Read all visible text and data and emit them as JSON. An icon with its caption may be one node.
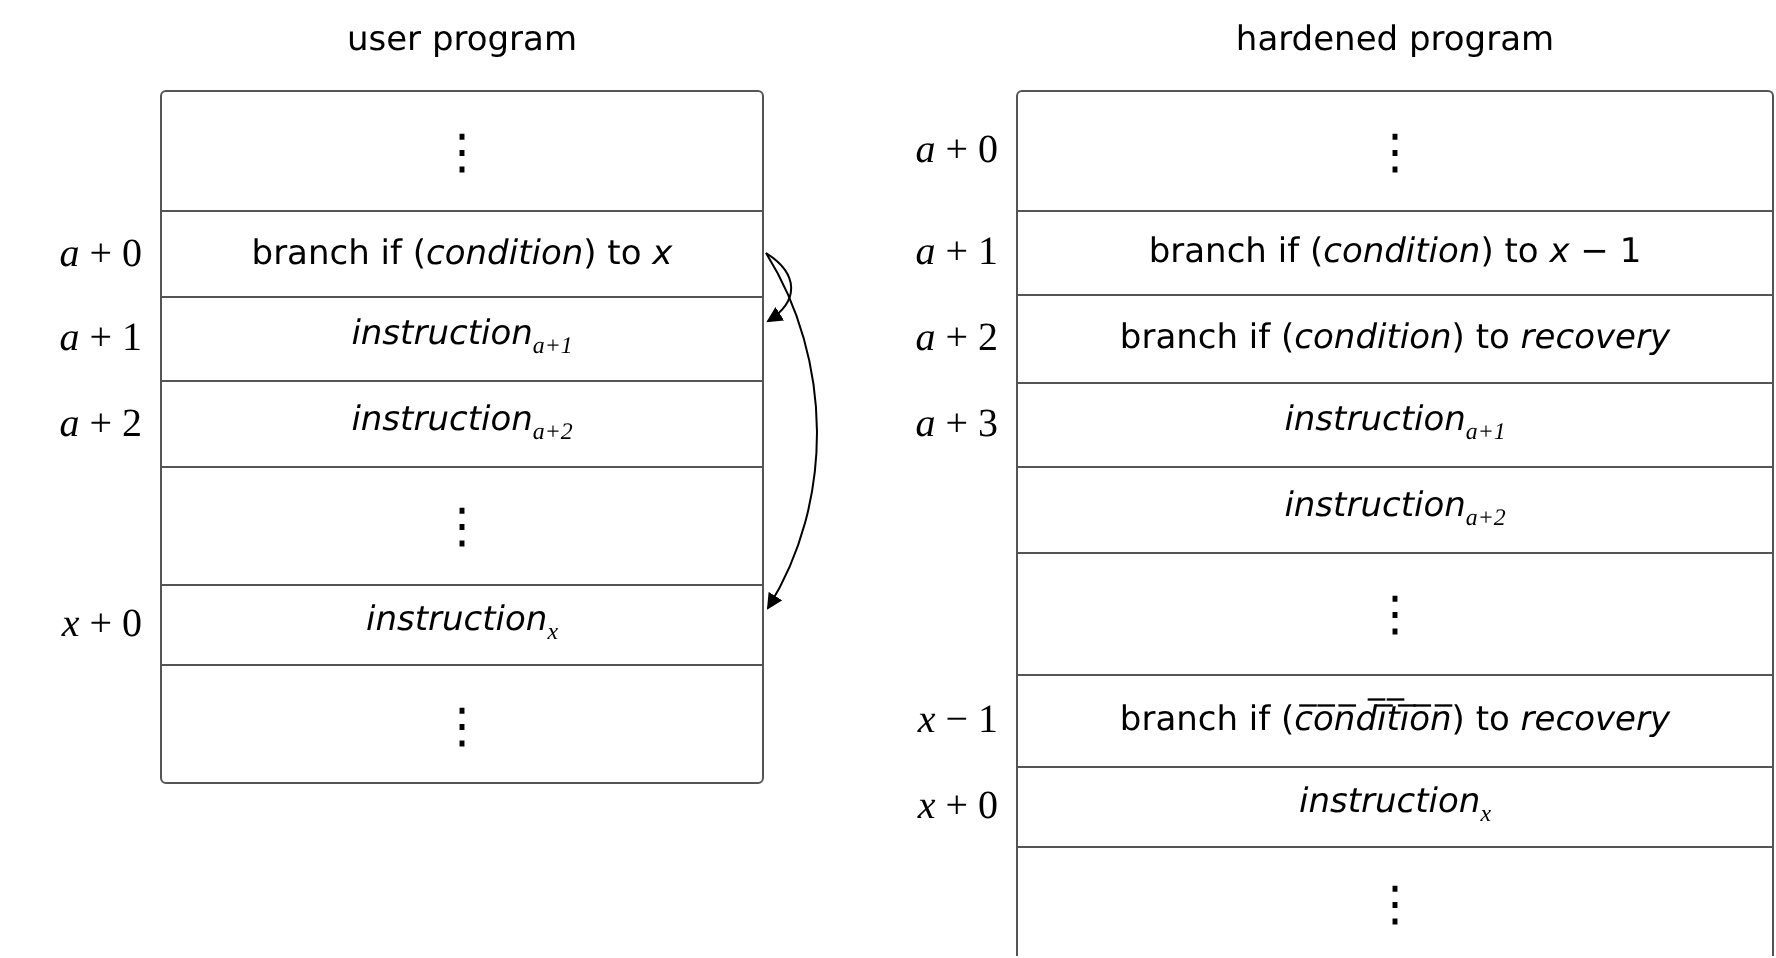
{
  "diagram": {
    "nodes": [
      {
        "text": [
          "user program"
        ]
      },
      {
        "text": [
          "⋮"
        ],
        "in": 0
      },
      {
        "text": [
          "branch if (*condition*) to *x*"
        ],
        "in": 0,
        "beside": [
          "*a* + 0"
        ]
      },
      {
        "text": [
          "*instruction*$_{a+1}$"
        ],
        "in": 0,
        "beside": [
          "*a* + 1"
        ]
      },
      {
        "text": [
          "*instruction*$_{a+2}$"
        ],
        "in": 0,
        "beside": [
          "*a* + 2"
        ]
      },
      {
        "text": [
          "⋮"
        ],
        "in": 0
      },
      {
        "text": [
          "*instruction*$_{x}$"
        ],
        "in": 0,
        "beside": [
          "*x* + 0"
        ]
      },
      {
        "text": [
          "⋮"
        ],
        "in": 0
      },
      {
        "text": [
          "hardened program"
        ]
      },
      {
        "text": [
          "⋮"
        ],
        "in": 8,
        "beside": [
          "*a* + 0"
        ]
      },
      {
        "text": [
          "branch if (*condition*) to *x* − 1"
        ],
        "in": 8,
        "beside": [
          "*a* + 1"
        ]
      },
      {
        "text": [
          "branch if (*condition*) to *recovery*"
        ],
        "in": 8,
        "beside": [
          "*a* + 2"
        ]
      },
      {
        "text": [
          "*instruction*$_{a+1}$"
        ],
        "in": 8,
        "beside": [
          "*a* + 3"
        ]
      },
      {
        "text": [
          "*instruction*$_{a+2}$"
        ],
        "in": 8
      },
      {
        "text": [
          "⋮"
        ],
        "in": 8
      },
      {
        "text": [
          "branch if (*c̅o̅n̅d̅i̅t̅i̅o̅n̅*) to *recovery*"
        ],
        "in": 8,
        "beside": [
          "*x* − 1"
        ]
      },
      {
        "text": [
          "*instruction*$_{x}$"
        ],
        "in": 8,
        "beside": [
          "*x* + 0"
        ]
      },
      {
        "text": [
          "⋮"
        ],
        "in": 8
      }
    ],
    "edges": [
      {
        "from": 2,
        "to": 3,
        "arrow": "to"
      },
      {
        "from": 2,
        "to": 6,
        "arrow": "to"
      }
    ]
  }
}
